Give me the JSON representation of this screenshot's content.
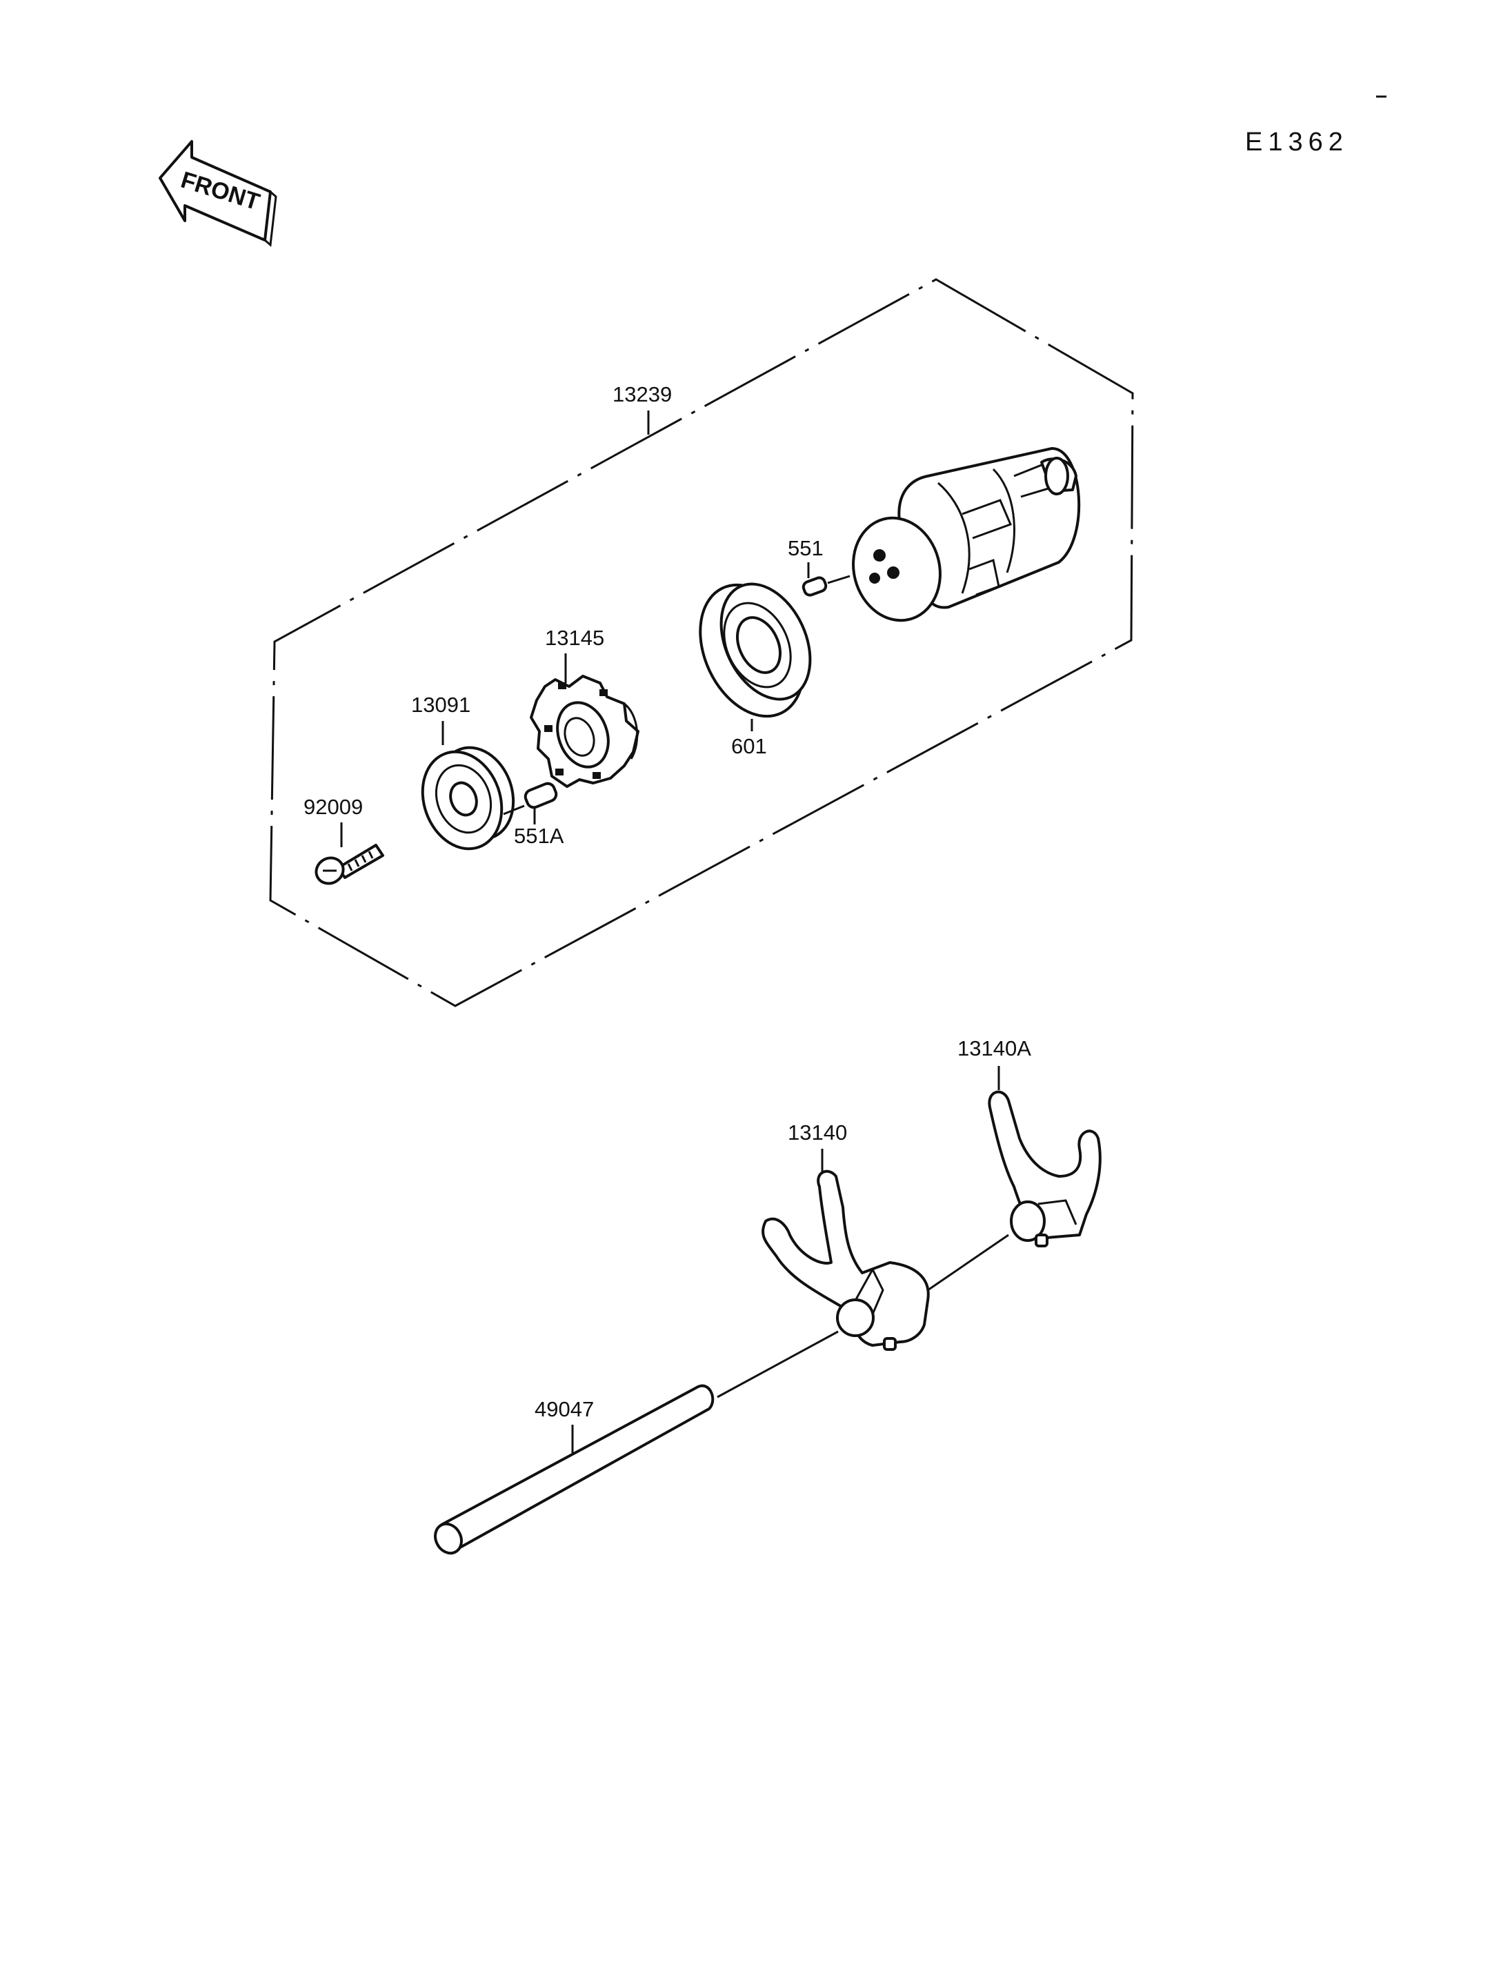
{
  "diagram_code": "E1362",
  "front_label": "FRONT",
  "parts": {
    "p13239": "13239",
    "p551": "551",
    "p13145": "13145",
    "p13091": "13091",
    "p601": "601",
    "p92009": "92009",
    "p551a": "551A",
    "p13140a": "13140A",
    "p13140": "13140",
    "p49047": "49047"
  },
  "icons": {
    "front_arrow": "front-arrow-icon"
  }
}
